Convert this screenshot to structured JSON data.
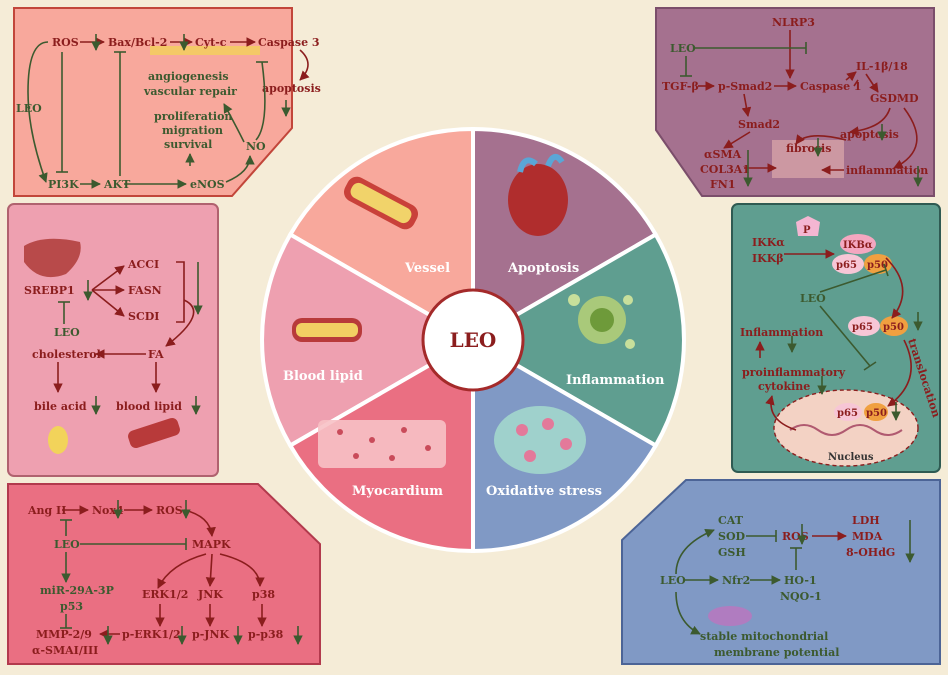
{
  "center": {
    "label": "LEO"
  },
  "segments": {
    "vessel": "Vessel",
    "apoptosis": "Apoptosis",
    "blood_lipid": "Blood lipid",
    "inflammation": "Inflammation",
    "myocardium": "Myocardium",
    "oxidative_stress": "Oxidative stress"
  },
  "vessel_panel": {
    "ros": "ROS",
    "bax": "Bax/Bcl-2",
    "cytc": "Cyt-c",
    "caspase3": "Caspase 3",
    "apoptosis": "apoptosis",
    "angiogenesis": "angiogenesis",
    "vascular_repair": "vascular repair",
    "proliferation": "proliferation",
    "migration": "migration",
    "survival": "survival",
    "leo": "LEO",
    "pi3k": "PI3K",
    "akt": "AKT",
    "enos": "eNOS",
    "no": "NO"
  },
  "apoptosis_panel": {
    "nlrp3": "NLRP3",
    "leo": "LEO",
    "tgfb": "TGF-β",
    "psmad2": "p-Smad2",
    "caspase1": "Caspase 1",
    "il": "IL-1β/18",
    "gsdmd": "GSDMD",
    "smad2": "Smad2",
    "apoptosis": "apoptosis",
    "fibrosis": "fibrosis",
    "asma": "αSMA",
    "col3a1": "COL3A1",
    "fn1": "FN1",
    "inflammation": "inflammation"
  },
  "lipid_panel": {
    "srebp1": "SREBP1",
    "acci": "ACCI",
    "fasn": "FASN",
    "scdi": "SCDI",
    "leo": "LEO",
    "cholesterol": "cholesterol",
    "fa": "FA",
    "bile_acid": "bile acid",
    "blood_lipid": "blood lipid"
  },
  "inflammation_panel": {
    "ikka": "IKKα",
    "ikkb": "IKKβ",
    "p": "P",
    "ikba": "IKBα",
    "p65": "p65",
    "p50": "p50",
    "leo": "LEO",
    "inflammation": "Inflammation",
    "proinflammatory": "proinflammatory",
    "cytokine": "cytokine",
    "translocation": "translocation",
    "nucleus": "Nucleus"
  },
  "myocardium_panel": {
    "angii": "Ang II",
    "nox4": "Nox4",
    "ros": "ROS",
    "leo": "LEO",
    "mapk": "MAPK",
    "mir": "miR-29A-3P",
    "p53": "p53",
    "erk": "ERK1/2",
    "jnk": "JNK",
    "p38": "p38",
    "mmp": "MMP-2/9",
    "asma": "α-SMAI/III",
    "perk": "p-ERK1/2",
    "pjnk": "p-JNK",
    "pp38": "p-p38"
  },
  "oxidative_panel": {
    "cat": "CAT",
    "sod": "SOD",
    "gsh": "GSH",
    "ros": "ROS",
    "ldh": "LDH",
    "mda": "MDA",
    "ohdg": "8-OHdG",
    "leo": "LEO",
    "nfr2": "Nfr2",
    "ho1": "HO-1",
    "nqo1": "NQO-1",
    "stable": "stable mitochondrial",
    "membrane": "membrane potential"
  },
  "colors": {
    "background": "#f5ecd7",
    "vessel": "#f8a89c",
    "apoptosis": "#a5718f",
    "blood_lipid": "#eea0b0",
    "inflammation": "#5f9e90",
    "myocardium": "#ea6f82",
    "oxidative_stress": "#8099c5",
    "red_arrow": "#8b1d1d",
    "green_arrow": "#3c5a2f"
  }
}
